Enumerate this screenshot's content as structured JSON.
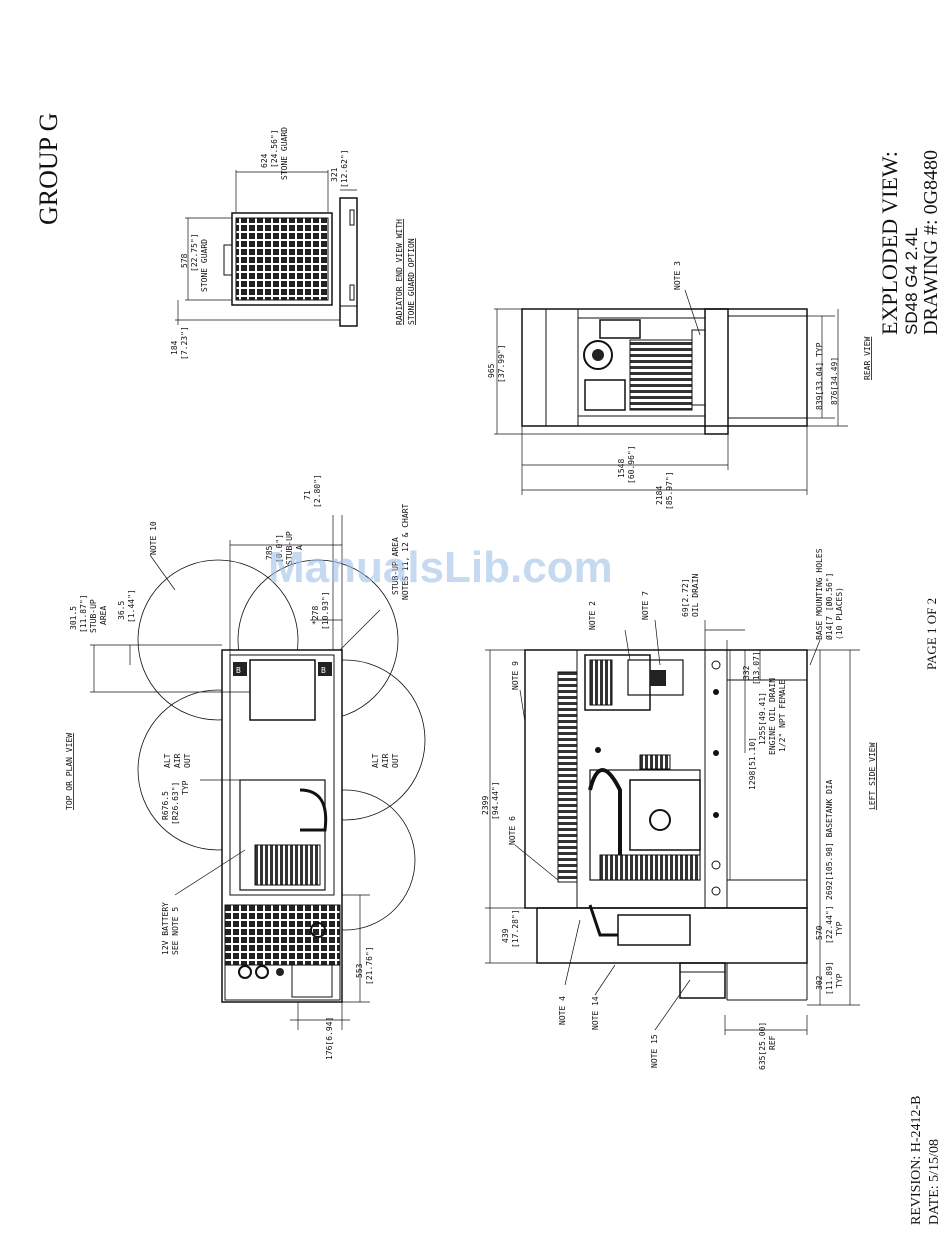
{
  "title_block": {
    "group": "GROUP G",
    "view_title": "EXPLODED VIEW:",
    "model": "SD48 G4 2.4L",
    "drawing": "DRAWING #: 0G8480",
    "page": "PAGE 1 OF 2",
    "revision": "REVISION: H-2412-B",
    "date": "DATE: 5/15/08"
  },
  "watermark": "ManualsLib.com",
  "radiator_view": {
    "title": "RADIATOR END VIEW WITH",
    "title2": "STONE GUARD OPTION",
    "dim_width": "624",
    "dim_width_in": "[24.56\"]",
    "dim_width_label": "STONE GUARD",
    "dim_side": "321",
    "dim_side_in": "[12.62\"]",
    "dim_height": "578",
    "dim_height_in": "[22.75\"]",
    "dim_height_label": "STONE GUARD",
    "dim_bottom": "184",
    "dim_bottom_in": "[7.23\"]"
  },
  "rear_view": {
    "title": "REAR VIEW",
    "note": "NOTE 3",
    "dim_height": "965",
    "dim_height_in": "[37.99\"]",
    "dim_1548": "1548",
    "dim_1548_in": "[60.96\"]",
    "dim_2184": "2184",
    "dim_2184_in": "[85.97\"]",
    "dim_839": "839[33.04] TYP",
    "dim_876": "876[34.49]"
  },
  "top_view": {
    "title": "TOP OR PLAN VIEW",
    "note10": "NOTE 10",
    "dim_3015": "301.5",
    "dim_3015_in": "[11.87\"]",
    "stub_label1": "STUB-UP",
    "stub_label2": "AREA",
    "dim_365": "36.5",
    "dim_365_in": "[1.44\"]",
    "dim_785": "785",
    "dim_785_in": "[0.0\"]",
    "stub_small1": "STUB-UP",
    "stub_small2": "A",
    "dim_71": "71",
    "dim_71_in": "[2.80\"]",
    "dim_278": "*278",
    "dim_278_in": "[10.93\"]",
    "stubup_area": "STUB-UP AREA",
    "stubup_notes": "NOTES 11, 12 & CHART",
    "radius": "R676.5",
    "radius_in": "[R26.63\"]",
    "radius_typ": "TYP",
    "alt_air_out": "ALT",
    "alt_air_out2": "AIR",
    "alt_air_out3": "OUT",
    "battery": "12V BATTERY",
    "battery_note": "SEE NOTE 5",
    "dim_553": "553",
    "dim_553_in": "[21.76\"]",
    "dim_176": "176[6.94]",
    "mark_b": "B"
  },
  "left_view": {
    "title": "LEFT SIDE VIEW",
    "note2": "NOTE 2",
    "note7": "NOTE 7",
    "note9": "NOTE 9",
    "note6": "NOTE 6",
    "note4": "NOTE 4",
    "note14": "NOTE 14",
    "note15": "NOTE 15",
    "oil_drain": "69[2.72]",
    "oil_drain2": "OIL DRAIN",
    "mount_holes": "BASE MOUNTING HOLES",
    "mount_holes2": "Ø14[7 [Ø0.56\"]",
    "mount_holes3": "(10 PLACES)",
    "dim_2399": "2399",
    "dim_2399_in": "[94.44\"]",
    "dim_439": "439",
    "dim_439_in": "[17.28\"]",
    "dim_332": "332",
    "dim_332_in": "[13.07]",
    "dim_1255": "1255[49.41]",
    "engine_drain": "ENGINE OIL DRAIN",
    "engine_drain2": "1/2\" NPT FEMALE",
    "dim_1298": "1298[51.10]",
    "dim_2692": "2692[105.98] BASETANK DIA",
    "dim_570": "570",
    "dim_570_in": "[22.44\"]",
    "dim_570_typ": "TYP",
    "dim_302": "302",
    "dim_302_in": "[11.89]",
    "dim_302_typ": "TYP",
    "dim_635": "635[25.00]",
    "dim_635_ref": "REF"
  }
}
